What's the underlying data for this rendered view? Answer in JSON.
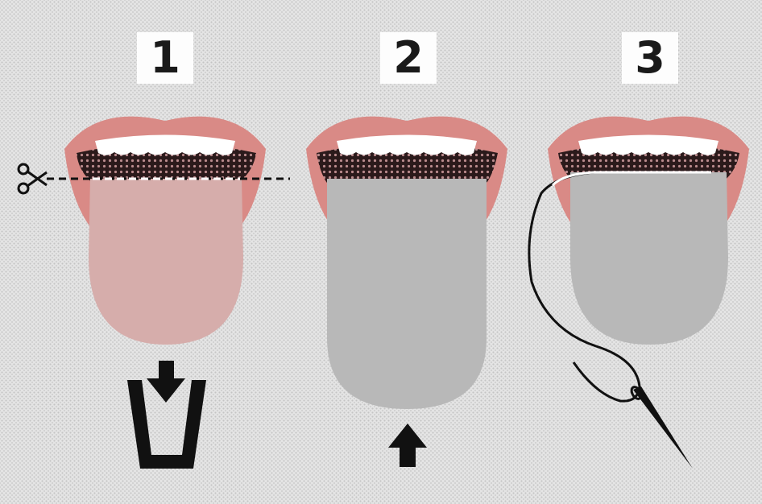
{
  "steps": [
    {
      "number": "1"
    },
    {
      "number": "2"
    },
    {
      "number": "3"
    }
  ],
  "colors": {
    "lips": "#d98a86",
    "lips_edge": "#c46f6b",
    "mouth_inside": "#2b1a1b",
    "teeth": "#ffffff",
    "tongue_original": "#d6adab",
    "tongue_graft": "#b8b8b8",
    "ink": "#111111"
  },
  "icons": {
    "cut": "scissors-icon",
    "remove": "down-arrow-icon",
    "discard": "cup-icon",
    "insert": "up-arrow-icon",
    "stitch": "needle-icon"
  }
}
